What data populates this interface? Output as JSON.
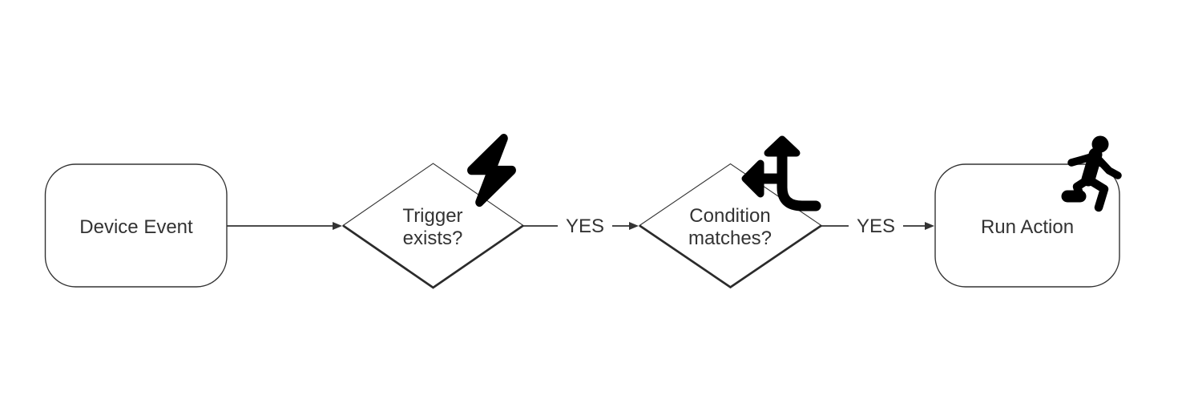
{
  "canvas": {
    "background": "#ffffff",
    "line_color": "#333333",
    "text_color": "#333333",
    "icon_color": "#000000"
  },
  "nodes": [
    {
      "id": "device-event",
      "shape": "rounded-rectangle",
      "label": "Device Event"
    },
    {
      "id": "trigger-exists",
      "shape": "diamond",
      "label": "Trigger exists?",
      "icon": "lightning-bolt-icon"
    },
    {
      "id": "condition-matches",
      "shape": "diamond",
      "label": "Condition matches?",
      "icon": "split-arrows-icon"
    },
    {
      "id": "run-action",
      "shape": "rounded-rectangle",
      "label": "Run Action",
      "icon": "person-running-icon"
    }
  ],
  "edges": [
    {
      "from": "device-event",
      "to": "trigger-exists",
      "label": ""
    },
    {
      "from": "trigger-exists",
      "to": "condition-matches",
      "label": "YES"
    },
    {
      "from": "condition-matches",
      "to": "run-action",
      "label": "YES"
    }
  ]
}
